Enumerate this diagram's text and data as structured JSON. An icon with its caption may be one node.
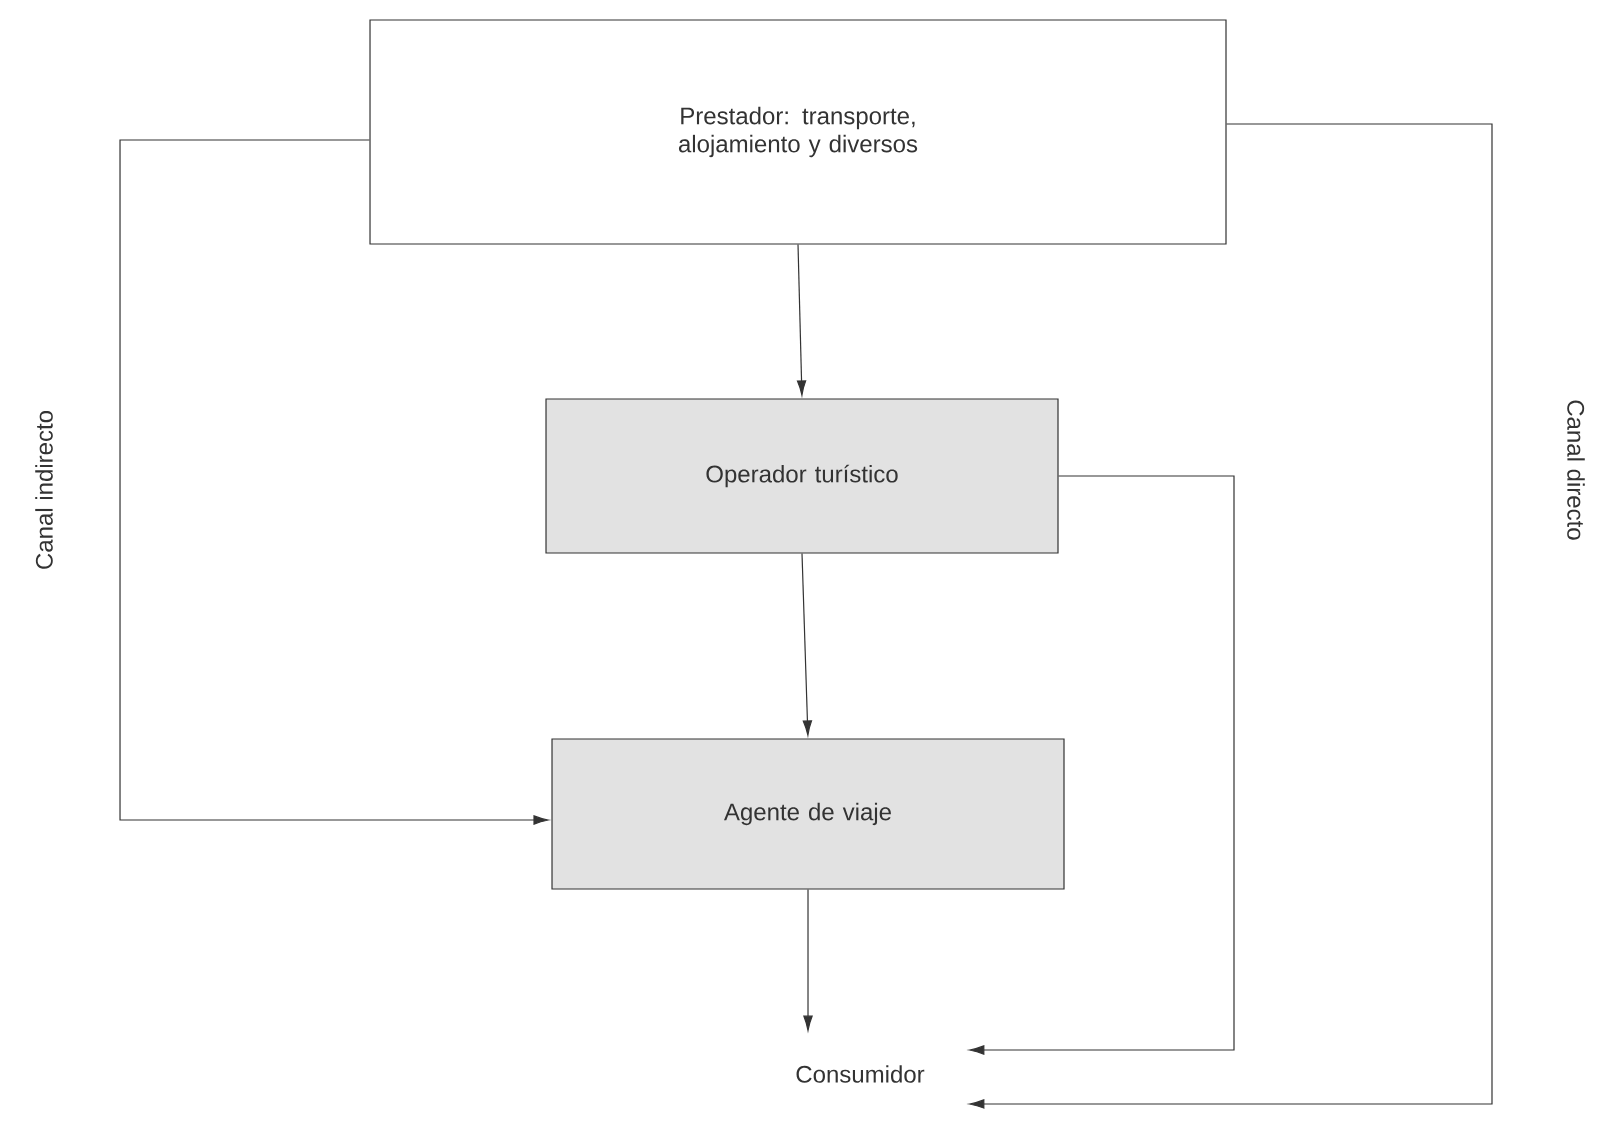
{
  "diagram": {
    "nodes": [
      {
        "text": [
          "Prestador: transporte, alojamiento y diversos"
        ]
      },
      {
        "text": [
          "Operador turístico"
        ]
      },
      {
        "text": [
          "Agente de viaje"
        ]
      },
      {
        "text": [
          "Consumidor"
        ]
      }
    ],
    "edges": [
      {
        "from": 0,
        "to": 1,
        "arrow": "to"
      },
      {
        "from": 1,
        "to": 2,
        "arrow": "to"
      },
      {
        "from": 2,
        "to": 3,
        "arrow": "to"
      },
      {
        "from": 0,
        "to": 2,
        "arrow": "to"
      },
      {
        "from": 1,
        "to": 3,
        "arrow": "to"
      },
      {
        "from": 0,
        "to": 3,
        "arrow": "to"
      }
    ],
    "labels": [
      "Canal indirecto",
      "Canal directo"
    ]
  }
}
